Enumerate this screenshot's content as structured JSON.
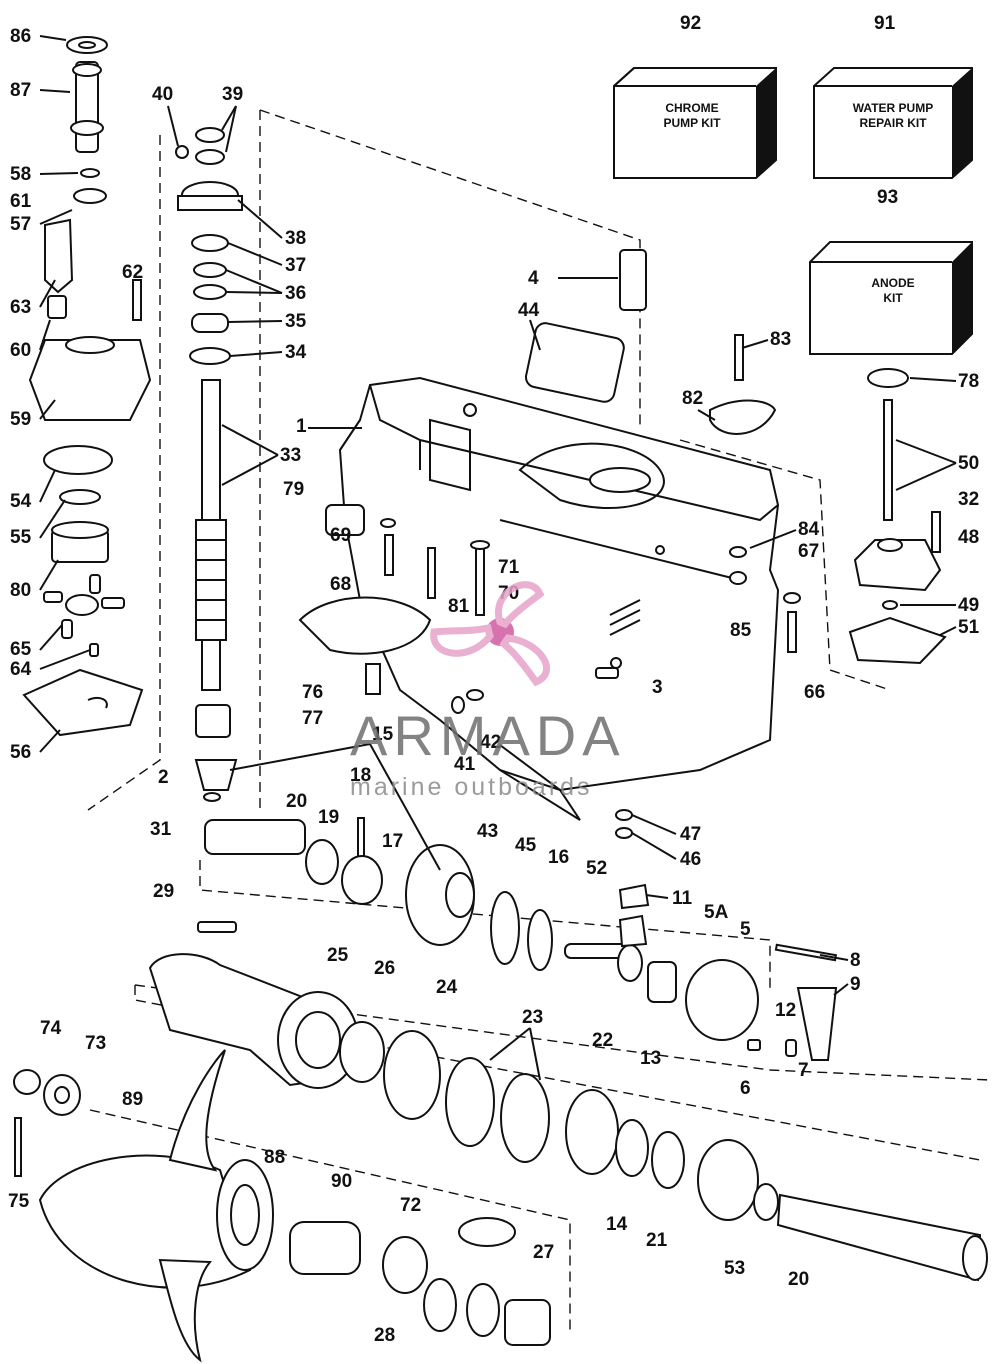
{
  "kits": [
    {
      "id": "92",
      "lines": [
        "CHROME",
        "PUMP KIT"
      ]
    },
    {
      "id": "91",
      "lines": [
        "WATER PUMP",
        "REPAIR KIT"
      ]
    },
    {
      "id": "93",
      "lines": [
        "ANODE",
        "KIT"
      ]
    }
  ],
  "watermark": {
    "brand": "ARMADA",
    "tagline": "marine outboards"
  },
  "callouts": [
    "86",
    "87",
    "58",
    "61",
    "57",
    "63",
    "60",
    "59",
    "54",
    "55",
    "80",
    "65",
    "64",
    "56",
    "40",
    "39",
    "38",
    "37",
    "36",
    "35",
    "34",
    "33",
    "62",
    "2",
    "31",
    "79",
    "69",
    "68",
    "81",
    "71",
    "70",
    "76",
    "77",
    "1",
    "44",
    "4",
    "83",
    "82",
    "84",
    "67",
    "85",
    "3",
    "42",
    "41",
    "15",
    "18",
    "20",
    "19",
    "17",
    "43",
    "45",
    "16",
    "52",
    "11",
    "47",
    "46",
    "78",
    "50",
    "32",
    "48",
    "49",
    "51",
    "66",
    "29",
    "25",
    "26",
    "24",
    "23",
    "22",
    "13",
    "5A",
    "5",
    "8",
    "9",
    "12",
    "7",
    "6",
    "74",
    "73",
    "89",
    "88",
    "75",
    "90",
    "72",
    "28",
    "27",
    "14",
    "21",
    "53"
  ]
}
